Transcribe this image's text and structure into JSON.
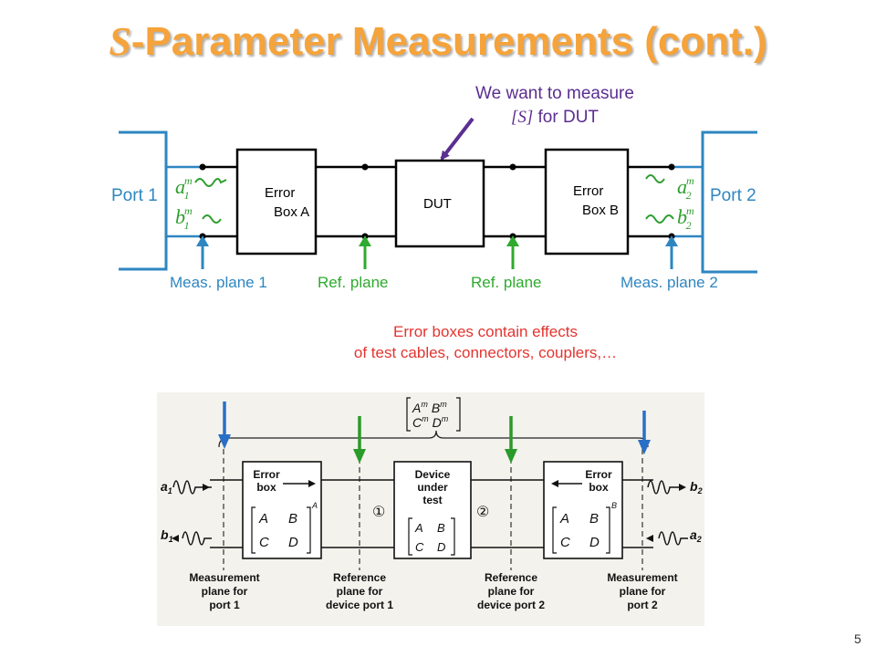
{
  "title": {
    "symbol": "S",
    "rest": "-Parameter Measurements (cont.)"
  },
  "callout": {
    "line1": "We want to measure",
    "line2_symbol": "[S]",
    "line2_rest": " for DUT"
  },
  "top_diagram": {
    "port1": "Port 1",
    "port2": "Port 2",
    "error_box_a": [
      "Error",
      "Box A"
    ],
    "error_box_b": [
      "Error",
      "Box B"
    ],
    "dut": "DUT",
    "meas_plane_1": "Meas. plane 1",
    "meas_plane_2": "Meas. plane 2",
    "ref_plane_left": "Ref. plane",
    "ref_plane_right": "Ref. plane",
    "wave_a1": {
      "base": "a",
      "sup": "m",
      "sub": "1"
    },
    "wave_b1": {
      "base": "b",
      "sup": "m",
      "sub": "1"
    },
    "wave_a2": {
      "base": "a",
      "sup": "m",
      "sub": "2"
    },
    "wave_b2": {
      "base": "b",
      "sup": "m",
      "sub": "2"
    },
    "colors": {
      "port": "#2e86c1",
      "box": "#000000",
      "ref_arrow": "#2eaa2e",
      "meas_arrow": "#2e86c1",
      "wave": "#2e9e2e"
    }
  },
  "note": {
    "line1": "Error boxes contain effects",
    "line2": "of test cables, connectors, couplers,…"
  },
  "bottom_diagram": {
    "matrix_top": {
      "r1": [
        "A",
        "m",
        "B",
        "m"
      ],
      "r2": [
        "C",
        "m",
        "D",
        "m"
      ]
    },
    "error_box_left": {
      "label": [
        "Error",
        "box"
      ],
      "matrix": [
        "A",
        "B",
        "C",
        "D"
      ],
      "sup": "A"
    },
    "dut_box": {
      "label": [
        "Device",
        "under",
        "test"
      ],
      "matrix": [
        "A",
        "B",
        "C",
        "D"
      ]
    },
    "error_box_right": {
      "label": [
        "Error",
        "box"
      ],
      "matrix": [
        "A",
        "B",
        "C",
        "D"
      ],
      "sup": "B"
    },
    "circle1": "①",
    "circle2": "②",
    "a1": "a",
    "a1_sub": "1",
    "b1": "b",
    "b1_sub": "1",
    "a2": "a",
    "a2_sub": "2",
    "b2": "b",
    "b2_sub": "2",
    "captions": {
      "meas1": [
        "Measurement",
        "plane for",
        "port 1"
      ],
      "ref1": [
        "Reference",
        "plane for",
        "device port 1"
      ],
      "ref2": [
        "Reference",
        "plane for",
        "device port 2"
      ],
      "meas2": [
        "Measurement",
        "plane for",
        "port 2"
      ]
    },
    "colors": {
      "background": "#f3f2ec",
      "blue_arrow": "#2a6fc6",
      "green_arrow": "#2a9a2a"
    }
  },
  "page_number": "5"
}
